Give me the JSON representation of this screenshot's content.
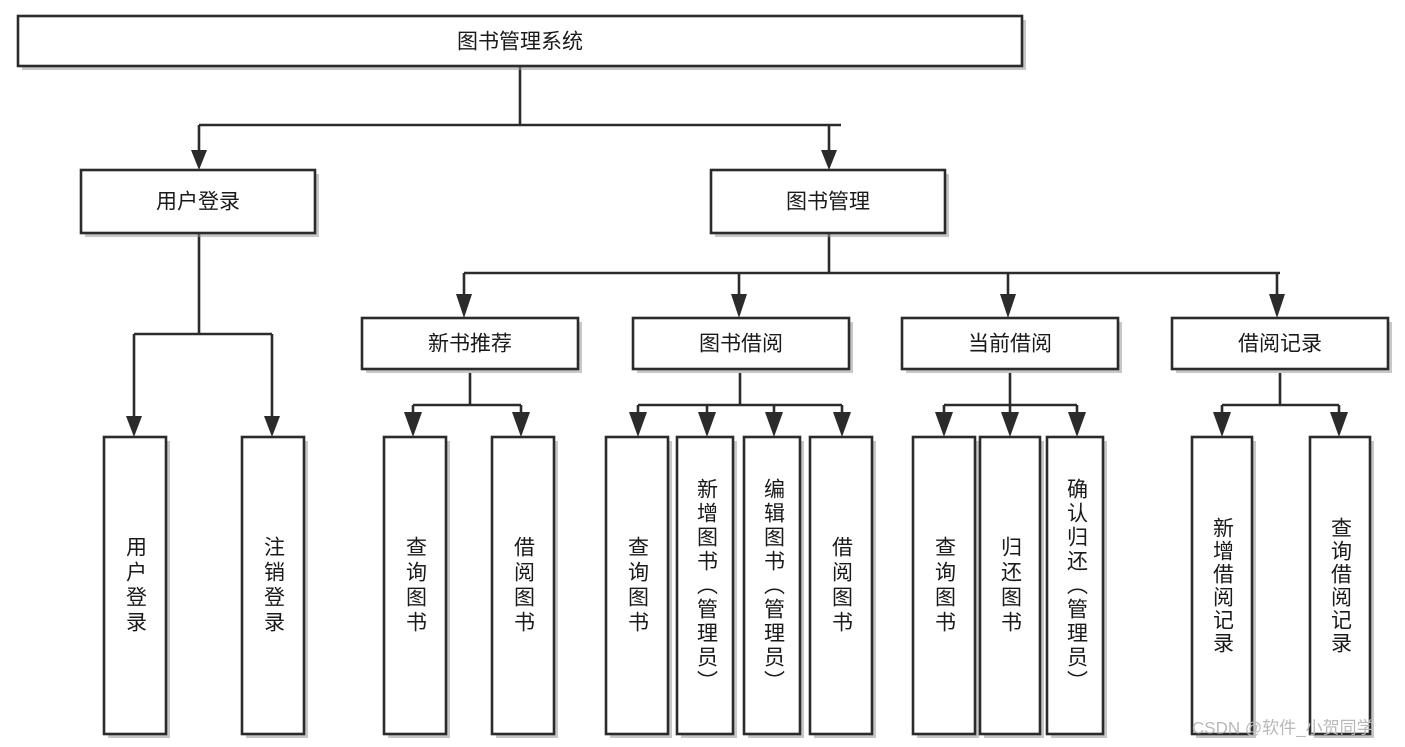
{
  "diagram": {
    "type": "hierarchy-tree",
    "title": "图书管理系统",
    "watermark": "CSDN @软件_小贺同学",
    "colors": {
      "stroke": "#2b2b2b",
      "fill": "#ffffff",
      "text": "#1a1a1a",
      "shadow": "#9a9a9a",
      "watermark": "#b8b8b8"
    },
    "levels": {
      "root": {
        "id": "root",
        "label": "图书管理系统",
        "orientation": "horizontal"
      },
      "level2": [
        {
          "id": "user-login",
          "label": "用户登录",
          "orientation": "horizontal"
        },
        {
          "id": "book-management",
          "label": "图书管理",
          "orientation": "horizontal"
        }
      ],
      "level3": [
        {
          "id": "new-book-recommend",
          "label": "新书推荐",
          "orientation": "horizontal",
          "parent": "book-management"
        },
        {
          "id": "book-borrow",
          "label": "图书借阅",
          "orientation": "horizontal",
          "parent": "book-management"
        },
        {
          "id": "current-borrow",
          "label": "当前借阅",
          "orientation": "horizontal",
          "parent": "book-management"
        },
        {
          "id": "borrow-record",
          "label": "借阅记录",
          "orientation": "horizontal",
          "parent": "book-management"
        }
      ],
      "leaves": [
        {
          "id": "leaf-user-login",
          "label": "用户登录",
          "orientation": "vertical",
          "parent": "user-login"
        },
        {
          "id": "leaf-logout-login",
          "label": "注销登录",
          "orientation": "vertical",
          "parent": "user-login"
        },
        {
          "id": "leaf-query-book-1",
          "label": "查询图书",
          "orientation": "vertical",
          "parent": "new-book-recommend"
        },
        {
          "id": "leaf-borrow-book-1",
          "label": "借阅图书",
          "orientation": "vertical",
          "parent": "new-book-recommend"
        },
        {
          "id": "leaf-query-book-2",
          "label": "查询图书",
          "orientation": "vertical",
          "parent": "book-borrow"
        },
        {
          "id": "leaf-add-book",
          "label": "新增图书（管理员）",
          "orientation": "vertical",
          "parent": "book-borrow"
        },
        {
          "id": "leaf-edit-book",
          "label": "编辑图书（管理员）",
          "orientation": "vertical",
          "parent": "book-borrow"
        },
        {
          "id": "leaf-borrow-book-2",
          "label": "借阅图书",
          "orientation": "vertical",
          "parent": "book-borrow"
        },
        {
          "id": "leaf-query-book-3",
          "label": "查询图书",
          "orientation": "vertical",
          "parent": "current-borrow"
        },
        {
          "id": "leaf-return-book",
          "label": "归还图书",
          "orientation": "vertical",
          "parent": "current-borrow"
        },
        {
          "id": "leaf-confirm-return",
          "label": "确认归还（管理员）",
          "orientation": "vertical",
          "parent": "current-borrow"
        },
        {
          "id": "leaf-add-record",
          "label": "新增借阅记录",
          "orientation": "vertical",
          "parent": "borrow-record"
        },
        {
          "id": "leaf-query-record",
          "label": "查询借阅记录",
          "orientation": "vertical",
          "parent": "borrow-record"
        }
      ]
    }
  }
}
